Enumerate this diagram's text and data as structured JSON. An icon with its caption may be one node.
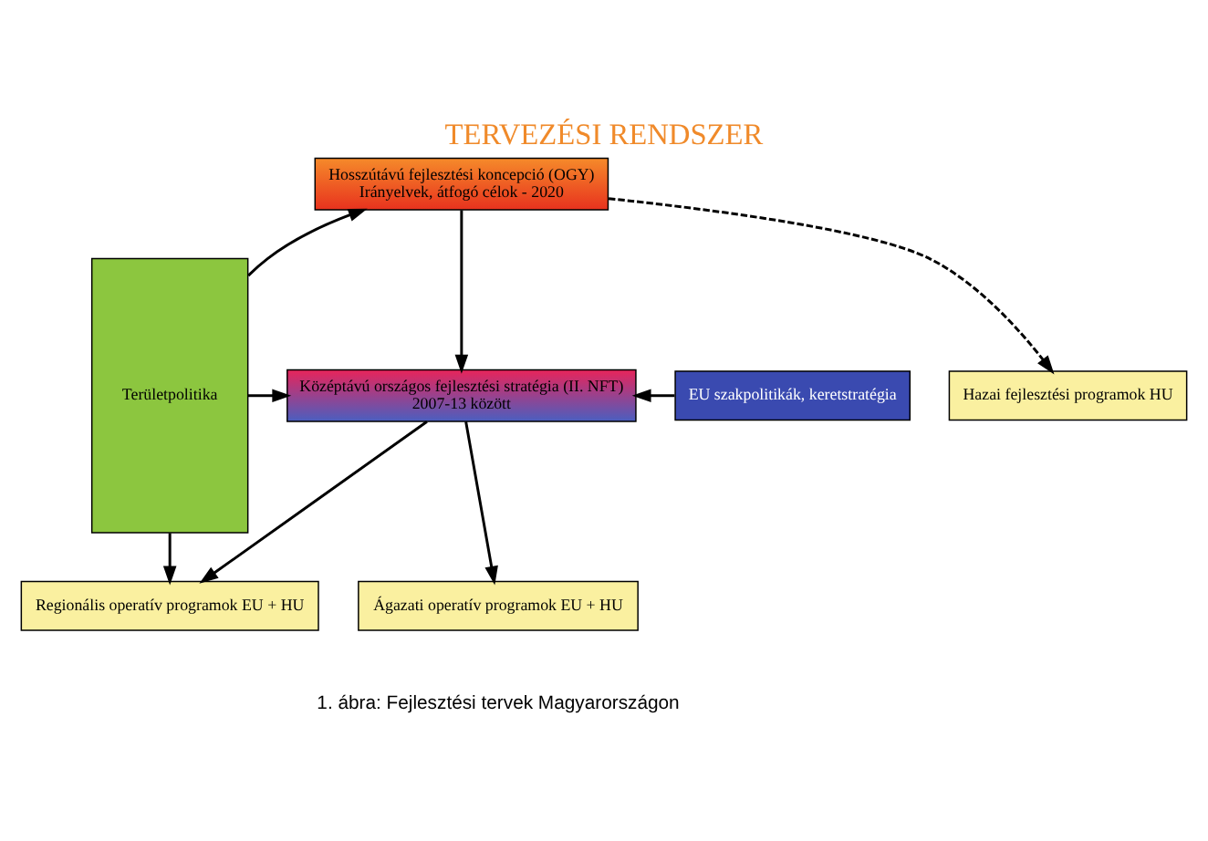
{
  "diagram": {
    "title": "TERVEZÉSI RENDSZER",
    "caption": "1. ábra: Fejlesztési tervek Magyarországon",
    "nodes": [
      {
        "text": [
          "Hosszútávú fejlesztési koncepció (OGY)",
          "Irányelvek, átfogó célok - 2020"
        ]
      },
      {
        "text": [
          "Középtávú országos fejlesztési stratégia (II. NFT)",
          "2007-13 között"
        ]
      },
      {
        "text": [
          "EU szakpolitikák, keretstratégia"
        ]
      },
      {
        "text": [
          "Területpolitika"
        ]
      },
      {
        "text": [
          "Regionális operatív programok EU + HU"
        ]
      },
      {
        "text": [
          "Ágazati operatív programok EU + HU"
        ]
      },
      {
        "text": [
          "Hazai fejlesztési programok HU"
        ]
      }
    ],
    "edges": [
      {
        "from": 3,
        "to": 0,
        "arrow": "to"
      },
      {
        "from": 0,
        "to": 1,
        "arrow": "to"
      },
      {
        "from": 3,
        "to": 1,
        "arrow": "to"
      },
      {
        "from": 2,
        "to": 1,
        "arrow": "to"
      },
      {
        "from": 0,
        "to": 6,
        "arrow": "to",
        "style": "dashed"
      },
      {
        "from": 1,
        "to": 4,
        "arrow": "to"
      },
      {
        "from": 1,
        "to": 5,
        "arrow": "to"
      },
      {
        "from": 3,
        "to": 4,
        "arrow": "to"
      }
    ]
  }
}
